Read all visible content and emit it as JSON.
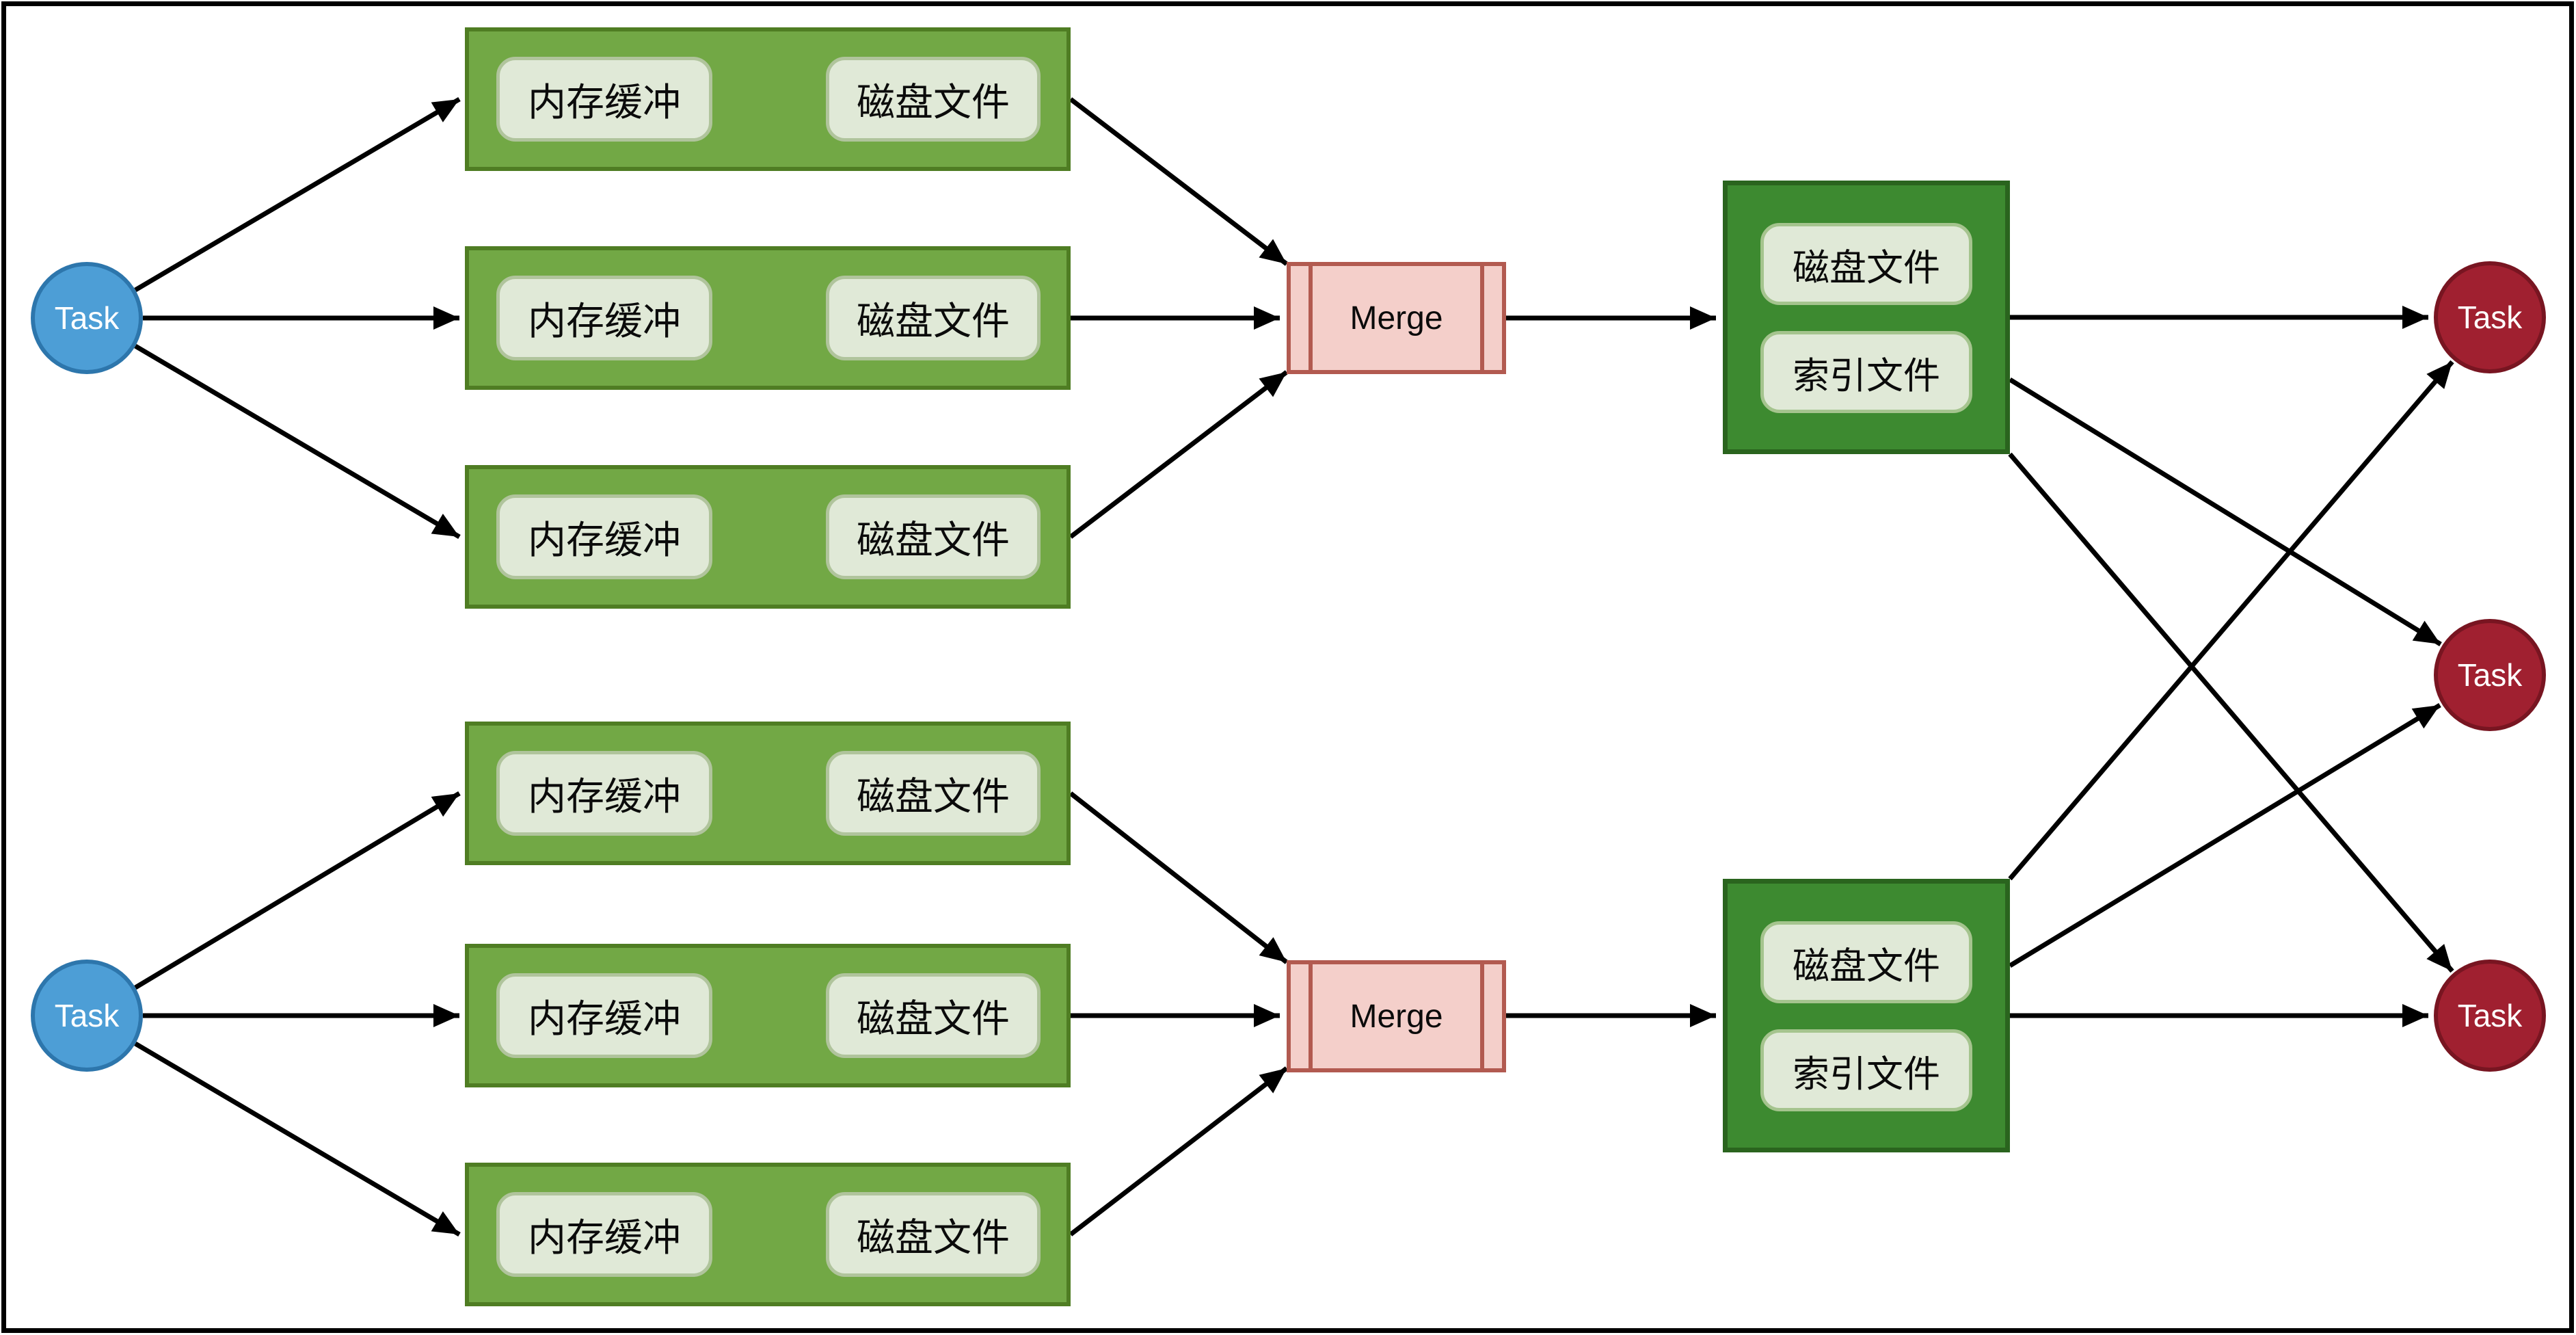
{
  "diagram": {
    "source_tasks": [
      {
        "label": "Task"
      },
      {
        "label": "Task"
      }
    ],
    "pipelines": [
      {
        "buffer": "内存缓冲",
        "disk": "磁盘文件"
      },
      {
        "buffer": "内存缓冲",
        "disk": "磁盘文件"
      },
      {
        "buffer": "内存缓冲",
        "disk": "磁盘文件"
      },
      {
        "buffer": "内存缓冲",
        "disk": "磁盘文件"
      },
      {
        "buffer": "内存缓冲",
        "disk": "磁盘文件"
      },
      {
        "buffer": "内存缓冲",
        "disk": "磁盘文件"
      }
    ],
    "merges": [
      {
        "label": "Merge"
      },
      {
        "label": "Merge"
      }
    ],
    "outputs": [
      {
        "disk": "磁盘文件",
        "index": "索引文件"
      },
      {
        "disk": "磁盘文件",
        "index": "索引文件"
      }
    ],
    "reduce_tasks": [
      {
        "label": "Task"
      },
      {
        "label": "Task"
      },
      {
        "label": "Task"
      }
    ],
    "edges": [
      {
        "from": "map-task-1",
        "to": "pipeline-1"
      },
      {
        "from": "map-task-1",
        "to": "pipeline-2"
      },
      {
        "from": "map-task-1",
        "to": "pipeline-3"
      },
      {
        "from": "pipeline-1-buffer",
        "to": "pipeline-1-disk"
      },
      {
        "from": "pipeline-2-buffer",
        "to": "pipeline-2-disk"
      },
      {
        "from": "pipeline-3-buffer",
        "to": "pipeline-3-disk"
      },
      {
        "from": "pipeline-1",
        "to": "merge-1"
      },
      {
        "from": "pipeline-2",
        "to": "merge-1"
      },
      {
        "from": "pipeline-3",
        "to": "merge-1"
      },
      {
        "from": "merge-1",
        "to": "output-1"
      },
      {
        "from": "output-1",
        "to": "reduce-task-1"
      },
      {
        "from": "output-1",
        "to": "reduce-task-2"
      },
      {
        "from": "output-1",
        "to": "reduce-task-3"
      },
      {
        "from": "map-task-2",
        "to": "pipeline-4"
      },
      {
        "from": "map-task-2",
        "to": "pipeline-5"
      },
      {
        "from": "map-task-2",
        "to": "pipeline-6"
      },
      {
        "from": "pipeline-4-buffer",
        "to": "pipeline-4-disk"
      },
      {
        "from": "pipeline-5-buffer",
        "to": "pipeline-5-disk"
      },
      {
        "from": "pipeline-6-buffer",
        "to": "pipeline-6-disk"
      },
      {
        "from": "pipeline-4",
        "to": "merge-2"
      },
      {
        "from": "pipeline-5",
        "to": "merge-2"
      },
      {
        "from": "pipeline-6",
        "to": "merge-2"
      },
      {
        "from": "merge-2",
        "to": "output-2"
      },
      {
        "from": "output-2",
        "to": "reduce-task-1"
      },
      {
        "from": "output-2",
        "to": "reduce-task-2"
      },
      {
        "from": "output-2",
        "to": "reduce-task-3"
      }
    ],
    "colors": {
      "source_task_fill": "#4d9ed6",
      "source_task_stroke": "#2d76ac",
      "pipeline_fill": "#72a845",
      "pipeline_stroke": "#4f7d23",
      "inner_box_fill": "#e0e9d7",
      "inner_box_stroke": "#b0c49c",
      "merge_fill": "#f4cfca",
      "merge_stroke": "#b25a50",
      "output_fill": "#3d8a30",
      "output_stroke": "#2a641e",
      "reduce_task_fill": "#a02030",
      "reduce_task_stroke": "#781521",
      "arrow": "#000000",
      "frame": "#000000"
    }
  }
}
